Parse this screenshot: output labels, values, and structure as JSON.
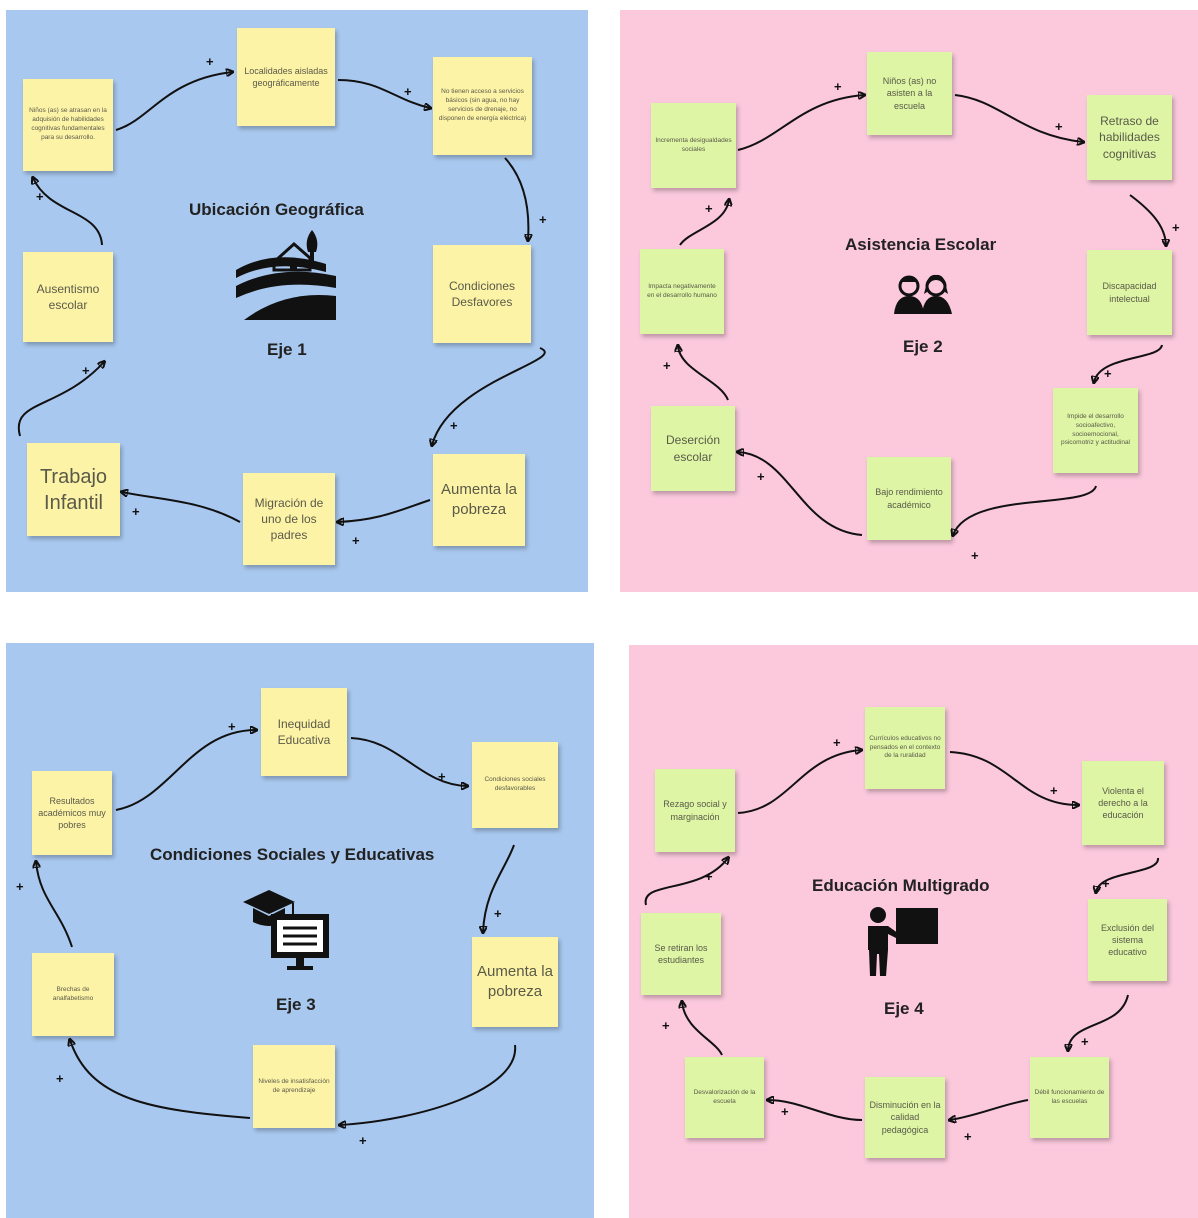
{
  "colors": {
    "blue_panel": "#a9c8ef",
    "pink_panel": "#fbc8dc",
    "yellow_note": "#fdf3a6",
    "green_note": "#ddf5a4"
  },
  "eje1": {
    "title": "Ubicación Geográfica",
    "label": "Eje 1",
    "icon": "rural-house-hill-icon",
    "notes": [
      "Localidades aisladas geográficamente",
      "No tienen acceso a servicios básicos (sin agua, no hay servicios de drenaje, no disponen de energía eléctrica)",
      "Condiciones Desfavores",
      "Aumenta la pobreza",
      "Migración de uno de los padres",
      "Trabajo Infantil",
      "Ausentismo escolar",
      "Niños (as) se atrasan en la adquisión de habilidades cognitivas fundamentales para su desarrollo."
    ],
    "plus": "+"
  },
  "eje2": {
    "title": "Asistencia Escolar",
    "label": "Eje 2",
    "icon": "two-children-icon",
    "notes": [
      "Niños (as) no asisten a la escuela",
      "Retraso de habilidades cognitivas",
      "Discapacidad intelectual",
      "Impide el desarrollo socioafectivo, socioemocional, psicomotriz y actitudinal",
      "Bajo rendimiento académico",
      "Deserción escolar",
      "Impacta negativamente en el desarrollo humano",
      "Incrementa desigualdades sociales"
    ],
    "plus": "+"
  },
  "eje3": {
    "title": "Condiciones Sociales y Educativas",
    "label": "Eje 3",
    "icon": "graduation-cap-computer-icon",
    "notes": [
      "Inequidad Educativa",
      "Condiciones sociales desfavorables",
      "Aumenta la pobreza",
      "Niveles de insatisfacción de aprendizaje",
      "Brechas de analfabetismo",
      "Resultados académicos muy pobres"
    ],
    "plus": "+"
  },
  "eje4": {
    "title": "Educación Multigrado",
    "label": "Eje 4",
    "icon": "teacher-board-icon",
    "notes": [
      "Currículos educativos no pensados en el contexto de la ruralidad",
      "Violenta el derecho a la educación",
      "Exclusión del sistema educativo",
      "Débil funcionamiento de las escuelas",
      "Disminución en la calidad pedagógica",
      "Desvalorización de la escuela",
      "Se retiran los estudiantes",
      "Rezago social y marginación"
    ],
    "plus": "+"
  }
}
